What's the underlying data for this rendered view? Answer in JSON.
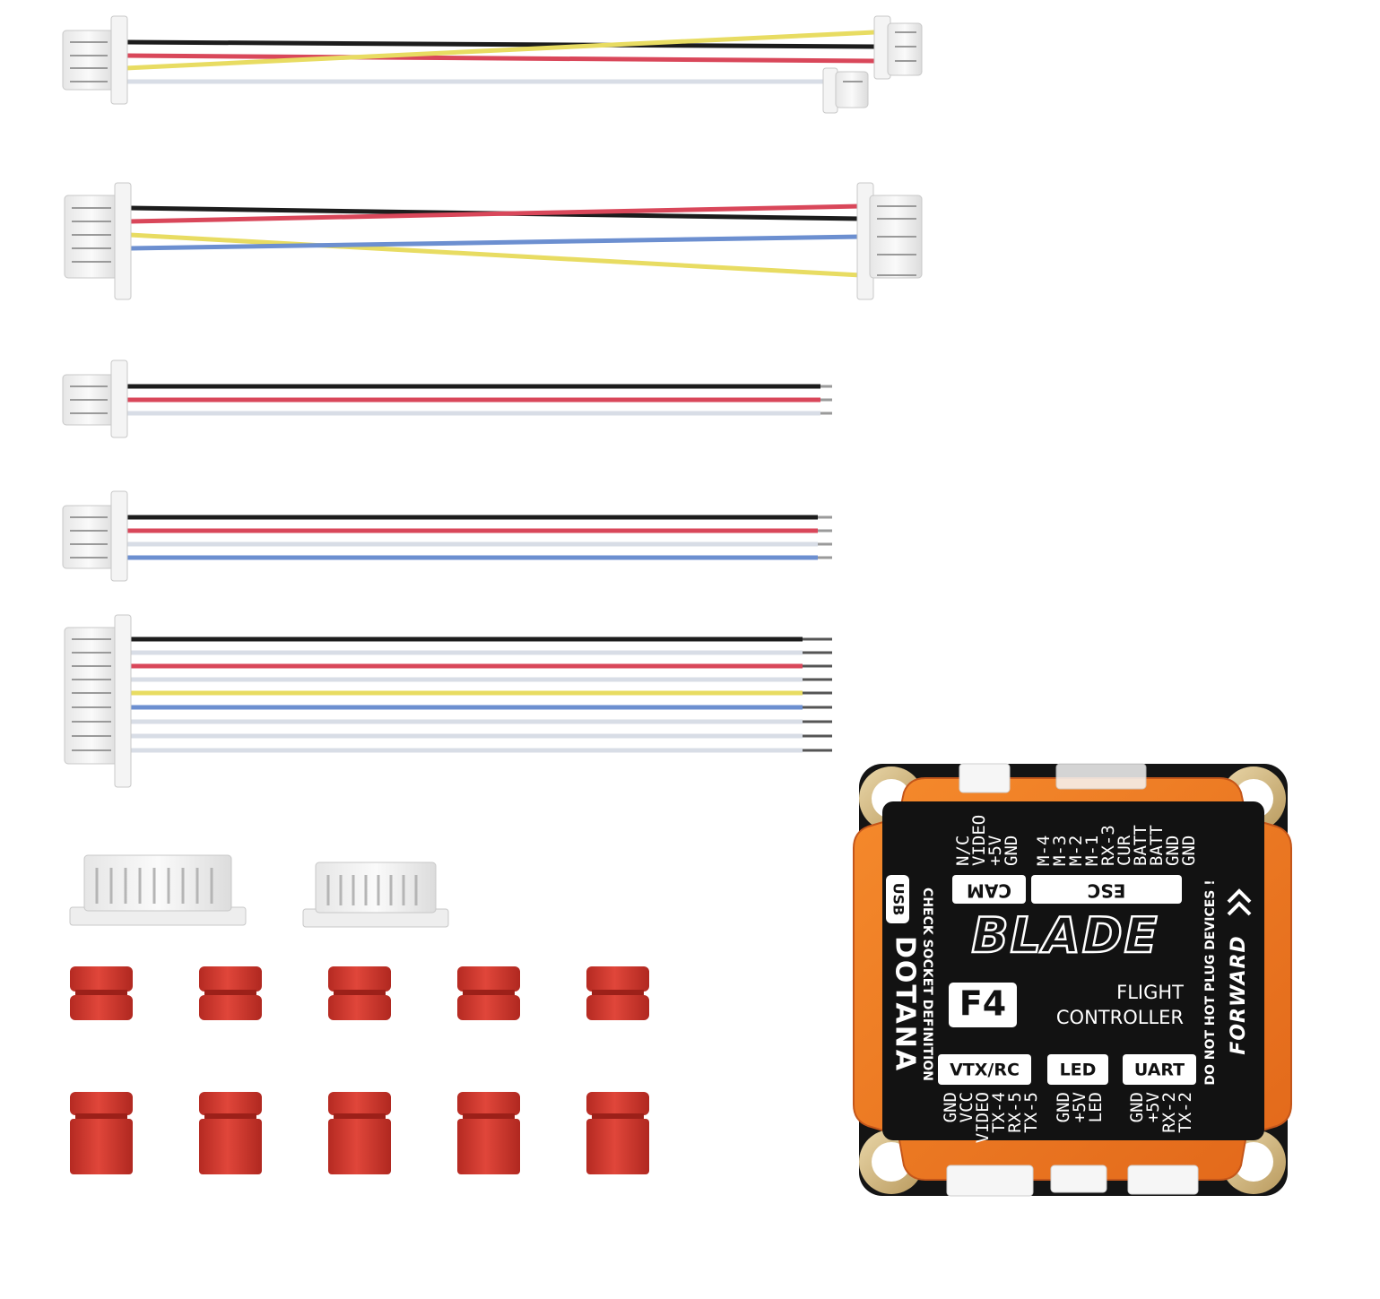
{
  "colors": {
    "black_wire": "#1c1c1c",
    "red_wire": "#d9475a",
    "yellow_wire": "#e8dc62",
    "white_wire": "#d8dde6",
    "blue_wire": "#6c8fd0",
    "connector": "#f2f2f2",
    "grommet": "#d8392f",
    "board": "#141414",
    "case": "#ef7a22"
  },
  "cables": [
    {
      "name": "cable-1",
      "wires": [
        "black_wire",
        "red_wire",
        "yellow_wire",
        "white_wire"
      ],
      "end": "split-connectors"
    },
    {
      "name": "cable-2",
      "wires": [
        "black_wire",
        "red_wire",
        "yellow_wire",
        "blue_wire"
      ],
      "end": "connector"
    },
    {
      "name": "cable-3",
      "wires": [
        "black_wire",
        "red_wire",
        "white_wire"
      ],
      "end": "bare"
    },
    {
      "name": "cable-4",
      "wires": [
        "black_wire",
        "red_wire",
        "white_wire",
        "blue_wire"
      ],
      "end": "bare"
    },
    {
      "name": "cable-5",
      "wires": [
        "black_wire",
        "white_wire",
        "red_wire",
        "white_wire",
        "yellow_wire",
        "blue_wire",
        "white_wire",
        "white_wire",
        "white_wire"
      ],
      "end": "bare"
    }
  ],
  "accessories": {
    "socket_count": 2,
    "grommet_rows": 2,
    "grommets_per_row": 5
  },
  "flight_controller": {
    "brand": "BLADE",
    "model": "F4",
    "title_line1": "FLIGHT",
    "title_line2": "CONTROLLER",
    "maker": "DOTANA",
    "usb": "USB",
    "check_text": "CHECK SOCKET DEFINITION",
    "hotplug_text": "DO NOT HOT PLUG DEVICES !",
    "forward_text": "FORWARD",
    "cam": {
      "label": "CAM",
      "pins": [
        "N/C",
        "VIDEO",
        "+5V",
        "GND"
      ]
    },
    "esc": {
      "label": "ESC",
      "pins": [
        "M-4",
        "M-3",
        "M-2",
        "M-1",
        "RX-3",
        "CUR",
        "BATT",
        "BATT",
        "GND",
        "GND"
      ]
    },
    "vtx": {
      "label": "VTX/RC",
      "pins": [
        "GND",
        "VCC",
        "VIDEO",
        "TX-4",
        "RX-5",
        "TX-5"
      ]
    },
    "led": {
      "label": "LED",
      "pins": [
        "GND",
        "+5V",
        "LED"
      ]
    },
    "uart": {
      "label": "UART",
      "pins": [
        "GND",
        "+5V",
        "RX-2",
        "TX-2"
      ]
    }
  }
}
